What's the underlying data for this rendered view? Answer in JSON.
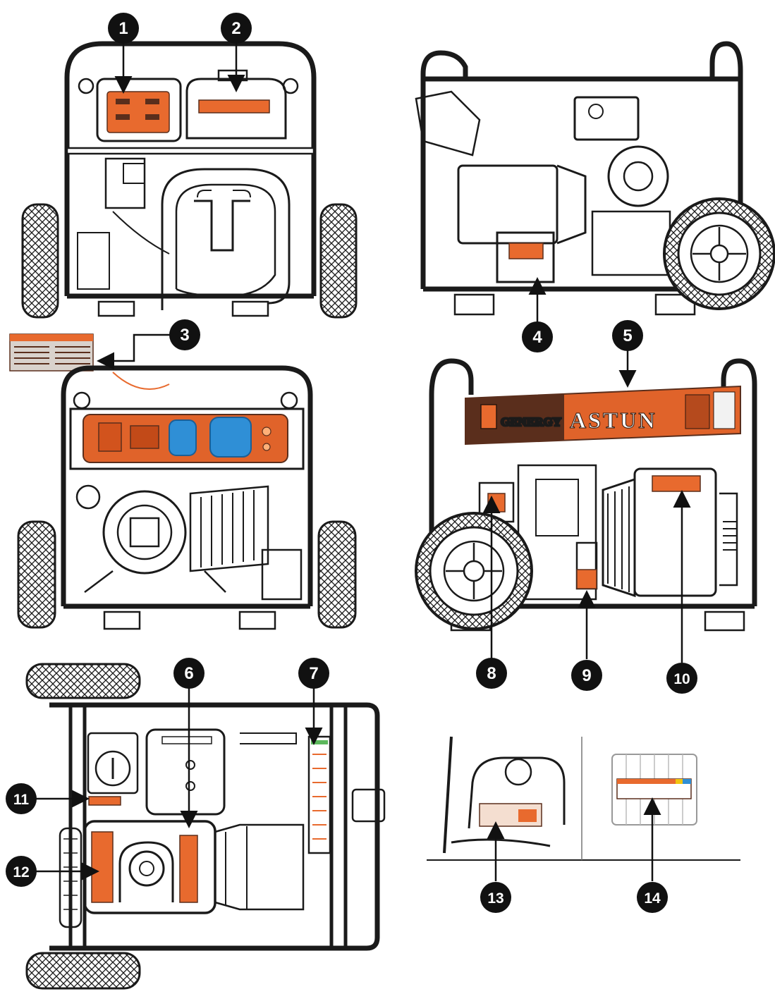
{
  "colors": {
    "line": "#1a1a1a",
    "label_orange": "#e86a2e",
    "panel_orange": "#e0632a",
    "socket_blue": "#2f8fd6",
    "callout_fill": "#111111",
    "callout_text": "#ffffff",
    "decal_dark": "#5a2e1c"
  },
  "brand": {
    "logo_text": "GENERGY",
    "model_name": "ASTUN"
  },
  "callouts": [
    {
      "id": "callout-1",
      "number": "1"
    },
    {
      "id": "callout-2",
      "number": "2"
    },
    {
      "id": "callout-3",
      "number": "3"
    },
    {
      "id": "callout-4",
      "number": "4"
    },
    {
      "id": "callout-5",
      "number": "5"
    },
    {
      "id": "callout-6",
      "number": "6"
    },
    {
      "id": "callout-7",
      "number": "7"
    },
    {
      "id": "callout-8",
      "number": "8"
    },
    {
      "id": "callout-9",
      "number": "9"
    },
    {
      "id": "callout-10",
      "number": "10"
    },
    {
      "id": "callout-11",
      "number": "11"
    },
    {
      "id": "callout-12",
      "number": "12"
    },
    {
      "id": "callout-13",
      "number": "13"
    },
    {
      "id": "callout-14",
      "number": "14"
    }
  ]
}
